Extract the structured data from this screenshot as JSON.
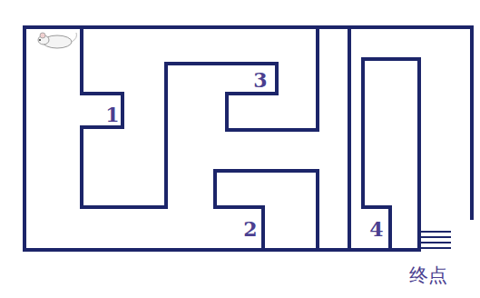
{
  "diagram": {
    "labels": [
      "1",
      "3",
      "2",
      "4",
      "终点"
    ]
  }
}
